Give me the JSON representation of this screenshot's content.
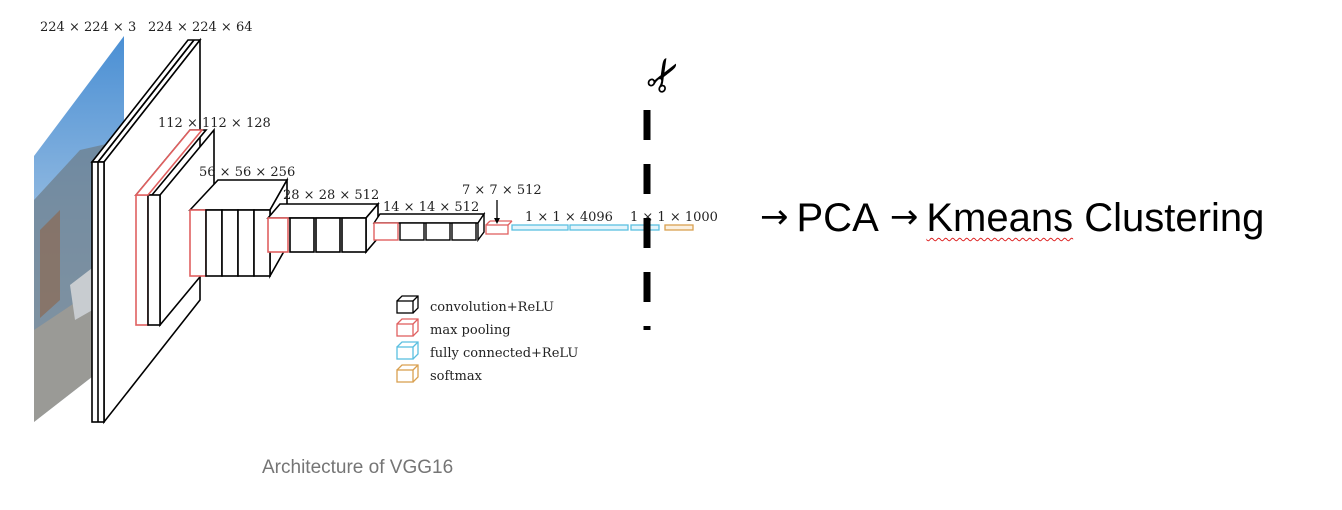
{
  "diagram": {
    "layer_labels": [
      "224 × 224 × 3",
      "224 × 224 × 64",
      "112 × 112 × 128",
      "56 × 56 × 256",
      "28 × 28 × 512",
      "14 × 14 × 512",
      "7 × 7 × 512",
      "1 × 1 × 4096",
      "1 × 1 × 1000"
    ],
    "legend": [
      {
        "label": "convolution+ReLU",
        "color": "#000000"
      },
      {
        "label": "max pooling",
        "color": "#e06060"
      },
      {
        "label": "fully connected+ReLU",
        "color": "#5bbfe0"
      },
      {
        "label": "softmax",
        "color": "#d9a050"
      }
    ],
    "caption": "Architecture of VGG16"
  },
  "pipeline": {
    "arrow1": "→",
    "step1": "PCA",
    "arrow2": "→",
    "step2": "Kmeans",
    "step3": "Clustering"
  },
  "icons": {
    "cut": "scissors-icon"
  }
}
